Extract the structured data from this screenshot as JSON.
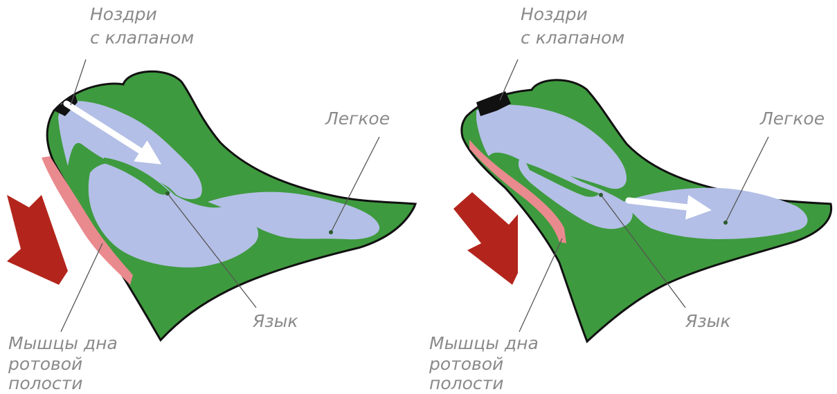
{
  "diagram": {
    "panels": [
      {
        "nostrils_label_1": "Ноздри",
        "nostrils_label_2": "с клапаном",
        "lung_label": "Легкое",
        "tongue_label": "Язык",
        "muscles_label_1": "Мышцы дна",
        "muscles_label_2": "ротовой",
        "muscles_label_3": "полости"
      },
      {
        "nostrils_label_1": "Ноздри",
        "nostrils_label_2": "с клапаном",
        "lung_label": "Легкое",
        "tongue_label": "Язык",
        "muscles_label_1": "Мышцы дна",
        "muscles_label_2": "ротовой",
        "muscles_label_3": "полости"
      }
    ],
    "colors": {
      "body": "#3e9a3e",
      "cavity": "#b3bfe6",
      "muscle": "#e98a8e",
      "arrow_red": "#b3251c",
      "arrow_white": "#ffffff",
      "text": "#8a8a8a"
    }
  }
}
